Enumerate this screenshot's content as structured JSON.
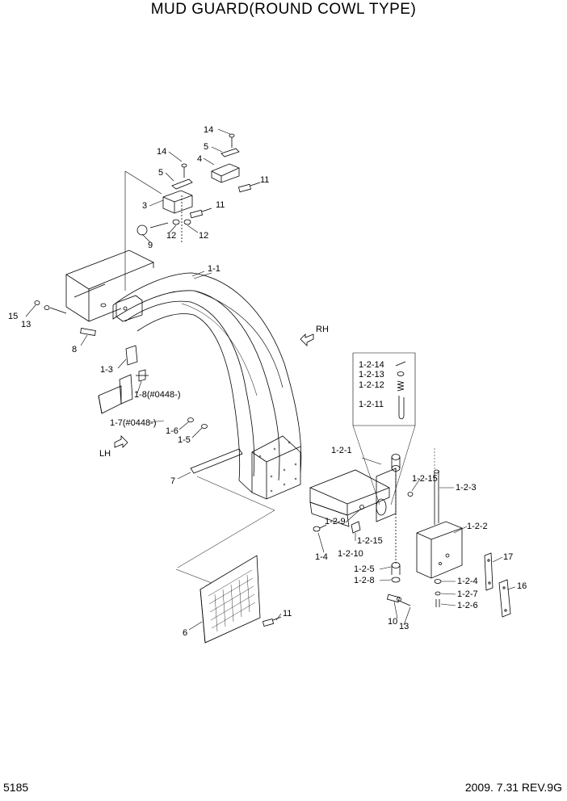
{
  "title": "MUD GUARD(ROUND COWL TYPE)",
  "footer": {
    "page": "5185",
    "revision": "2009. 7.31  REV.9G"
  },
  "directions": {
    "rh": "RH",
    "lh": "LH"
  },
  "labels": {
    "p14a": "14",
    "p5a": "5",
    "p4": "4",
    "p11a": "11",
    "p14b": "14",
    "p5b": "5",
    "p3": "3",
    "p11b": "11",
    "p9": "9",
    "p12a": "12",
    "p12b": "12",
    "p1_1": "1-1",
    "p15": "15",
    "p13a": "13",
    "p8": "8",
    "p1_3": "1-3",
    "p1_8": "1-8(#0448-)",
    "p1_7": "1-7(#0448-)",
    "p1_6": "1-6",
    "p1_5": "1-5",
    "p7": "7",
    "p1_2_14": "1-2-14",
    "p1_2_13": "1-2-13",
    "p1_2_12": "1-2-12",
    "p1_2_11": "1-2-11",
    "p1_2_1": "1-2-1",
    "p1_2_15a": "1-2-15",
    "p1_2_3": "1-2-3",
    "p1_2_9": "1-2-9",
    "p1_2_15b": "1-2-15",
    "p1_4": "1-4",
    "p1_2_10": "1-2-10",
    "p1_2_2": "1-2-2",
    "p17": "17",
    "p1_2_5": "1-2-5",
    "p1_2_8": "1-2-8",
    "p1_2_4": "1-2-4",
    "p1_2_7": "1-2-7",
    "p1_2_6": "1-2-6",
    "p16": "16",
    "p10": "10",
    "p13b": "13",
    "p6": "6",
    "p11c": "11"
  }
}
